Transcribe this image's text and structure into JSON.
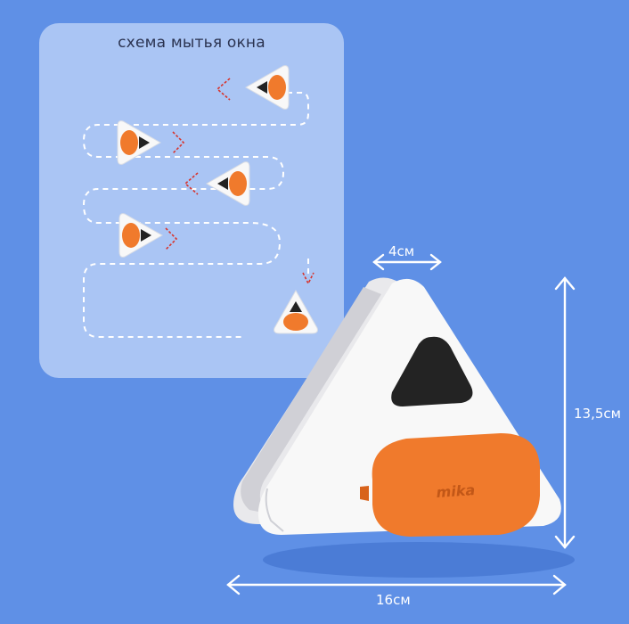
{
  "scheme": {
    "title": "схема мытья окна"
  },
  "dimensions": {
    "width": "4см",
    "height": "13,5см",
    "length": "16см"
  },
  "product": {
    "brand": "mika"
  },
  "colors": {
    "background": "#5f90e6",
    "card": "#aac5f4",
    "accent_orange": "#f07a2c",
    "body_white": "#f7f7f7",
    "pad_black": "#222222",
    "guide_red": "#d8342c"
  }
}
